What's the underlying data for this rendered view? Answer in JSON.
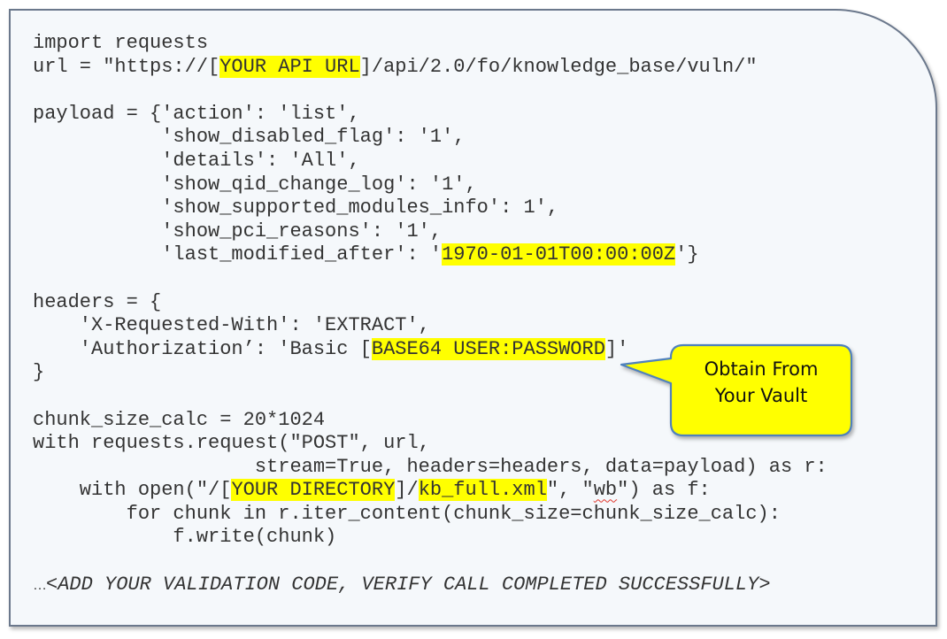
{
  "code_panel": {
    "lines": [
      {
        "segments": [
          {
            "text": "import requests"
          }
        ]
      },
      {
        "segments": [
          {
            "text": "url = \"https://["
          },
          {
            "text": "YOUR API URL",
            "highlight": true
          },
          {
            "text": "]/api/2.0/fo/knowledge_base/vuln/\""
          }
        ]
      },
      {
        "segments": [
          {
            "text": ""
          }
        ]
      },
      {
        "segments": [
          {
            "text": "payload = {'action': 'list',"
          }
        ]
      },
      {
        "segments": [
          {
            "text": "           'show_disabled_flag': '1',"
          }
        ]
      },
      {
        "segments": [
          {
            "text": "           'details': 'All',"
          }
        ]
      },
      {
        "segments": [
          {
            "text": "           'show_qid_change_log': '1',"
          }
        ]
      },
      {
        "segments": [
          {
            "text": "           'show_supported_modules_info': 1',"
          }
        ]
      },
      {
        "segments": [
          {
            "text": "           'show_pci_reasons': '1',"
          }
        ]
      },
      {
        "segments": [
          {
            "text": "           'last_modified_after': '"
          },
          {
            "text": "1970-01-01T00:00:00Z",
            "highlight": true
          },
          {
            "text": "'}"
          }
        ]
      },
      {
        "segments": [
          {
            "text": ""
          }
        ]
      },
      {
        "segments": [
          {
            "text": "headers = {"
          }
        ]
      },
      {
        "segments": [
          {
            "text": "    'X-Requested-With': 'EXTRACT',"
          }
        ]
      },
      {
        "segments": [
          {
            "text": "    'Authorization’: 'Basic ["
          },
          {
            "text": "BASE64 USER:PASSWORD",
            "highlight": true
          },
          {
            "text": "]'"
          }
        ]
      },
      {
        "segments": [
          {
            "text": "}"
          }
        ]
      },
      {
        "segments": [
          {
            "text": ""
          }
        ]
      },
      {
        "segments": [
          {
            "text": "chunk_size_calc = 20*1024"
          }
        ]
      },
      {
        "segments": [
          {
            "text": "with requests.request(\"POST\", url,"
          }
        ]
      },
      {
        "segments": [
          {
            "text": "                   stream=True, headers=headers, data=payload) as r:"
          }
        ]
      },
      {
        "segments": [
          {
            "text": "    with open(\"/["
          },
          {
            "text": "YOUR DIRECTORY",
            "highlight": true
          },
          {
            "text": "]/"
          },
          {
            "text": "kb_full.xml",
            "highlight": true
          },
          {
            "text": "\", \""
          },
          {
            "text": "wb",
            "spellcheck": true
          },
          {
            "text": "\") as f:"
          }
        ]
      },
      {
        "segments": [
          {
            "text": "        for chunk in r.iter_content(chunk_size=chunk_size_calc):"
          }
        ]
      },
      {
        "segments": [
          {
            "text": "            f.write(chunk)"
          }
        ]
      },
      {
        "segments": [
          {
            "text": ""
          }
        ]
      },
      {
        "segments": [
          {
            "text": "…",
            "ellipsis": true
          },
          {
            "text": "<ADD YOUR VALIDATION CODE, VERIFY CALL COMPLETED SUCCESSFULLY>",
            "italic": true
          }
        ]
      }
    ]
  },
  "callout": {
    "line1": "Obtain From",
    "line2": "Your Vault",
    "fill_color": "#ffff00",
    "border_color": "#4f81bd"
  },
  "colors": {
    "panel_background": "#f5f8fb",
    "panel_border": "#6b788c",
    "code_text": "#333333",
    "highlight": "#ffff00",
    "spellcheck_underline": "#e0352b"
  }
}
